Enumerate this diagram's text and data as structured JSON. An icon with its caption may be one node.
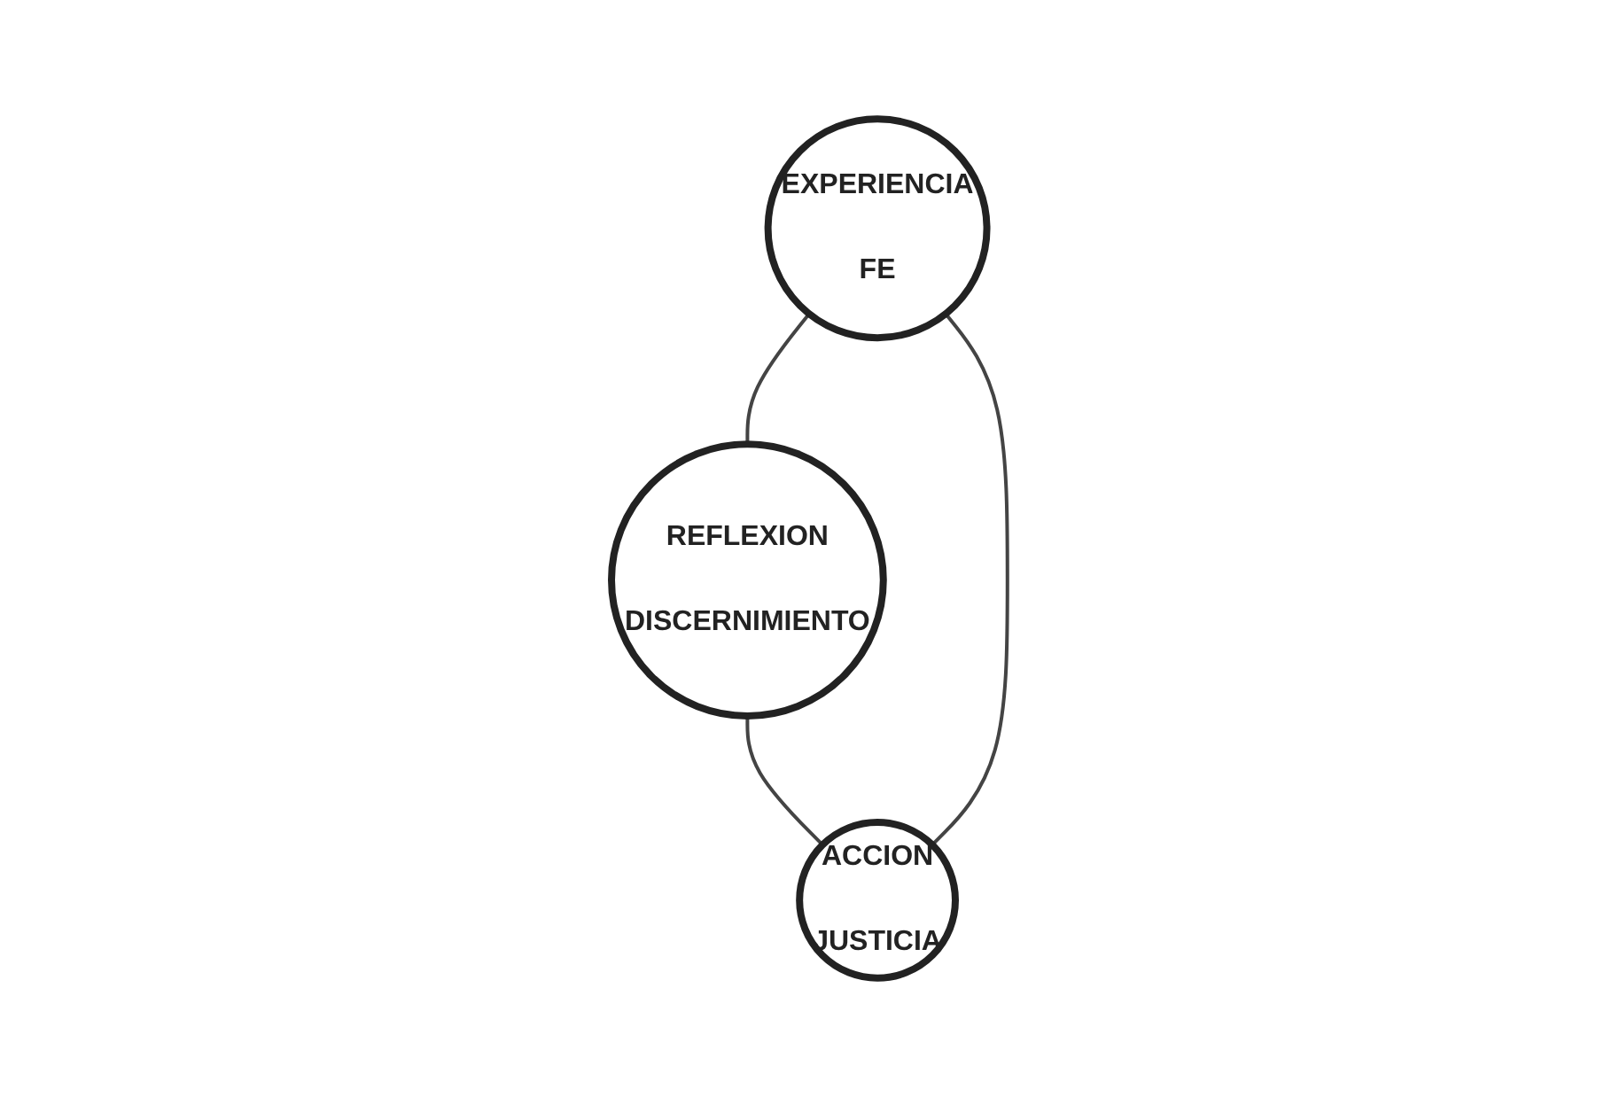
{
  "diagram": {
    "nodes": [
      {
        "text": [
          "REFLEXION",
          "DISCERNIMIENTO"
        ]
      },
      {
        "text": [
          "EXPERIENCIA",
          "FE"
        ]
      },
      {
        "text": [
          "ACCION",
          "JUSTICIA"
        ]
      }
    ],
    "edges": [
      {
        "from": 1,
        "to": 0,
        "arrow": "none"
      },
      {
        "from": 0,
        "to": 2,
        "arrow": "none"
      },
      {
        "from": 1,
        "to": 2,
        "arrow": "none"
      }
    ]
  }
}
